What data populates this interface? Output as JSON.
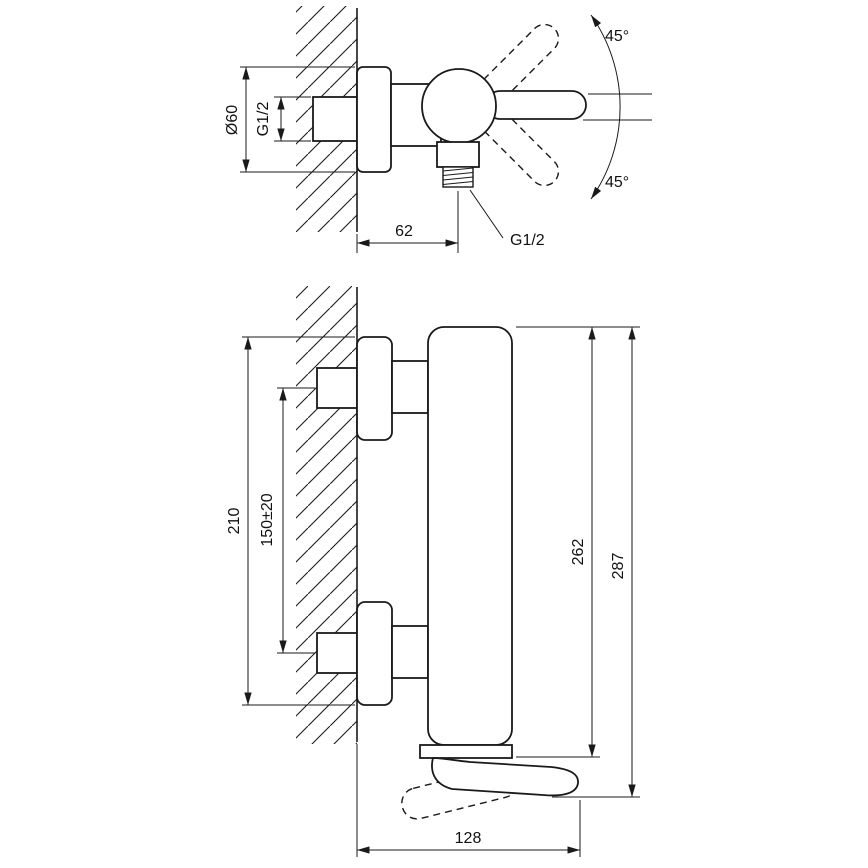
{
  "colors": {
    "line": "#1a1a1a",
    "background": "#ffffff"
  },
  "top_view": {
    "dims": {
      "flange_diameter": "Ø60",
      "inlet_thread": "G1/2",
      "wall_to_outlet": "62",
      "outlet_thread": "G1/2",
      "handle_angle_up": "45°",
      "handle_angle_down": "45°"
    }
  },
  "front_view": {
    "dims": {
      "mounting_span": "210",
      "inlet_spacing": "150±20",
      "body_height": "262",
      "overall_height": "287",
      "overall_depth": "128"
    }
  }
}
